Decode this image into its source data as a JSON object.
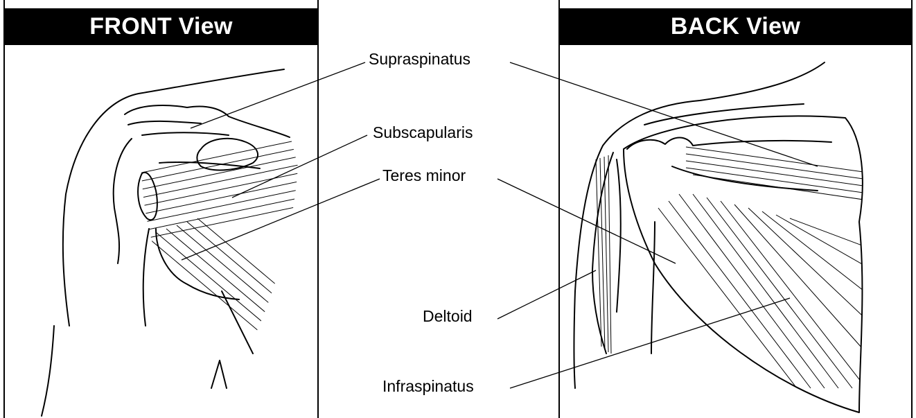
{
  "panels": {
    "front": {
      "title": "FRONT View"
    },
    "back": {
      "title": "BACK View"
    }
  },
  "labels": {
    "supraspinatus": "Supraspinatus",
    "subscapularis": "Subscapularis",
    "teres_minor": "Teres minor",
    "deltoid": "Deltoid",
    "infraspinatus": "Infraspinatus"
  }
}
